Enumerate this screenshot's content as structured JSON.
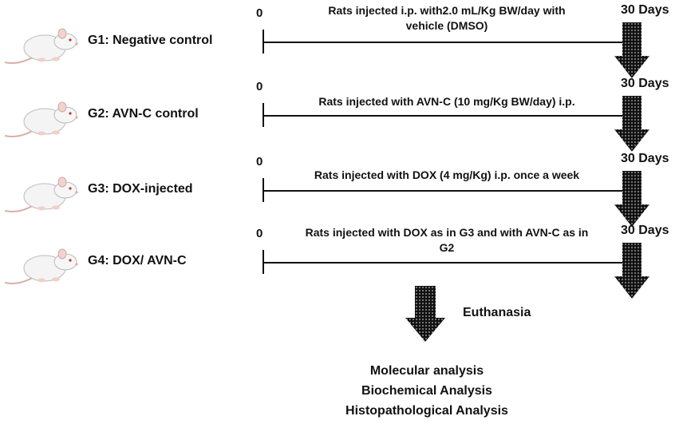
{
  "groups": [
    {
      "label": "G1: Negative control",
      "start": "0",
      "end": "30 Days",
      "description_lines": [
        "Rats injected i.p. with2.0 mL/Kg BW/day with",
        "vehicle (DMSO)"
      ]
    },
    {
      "label": "G2: AVN-C control",
      "start": "0",
      "end": "30 Days",
      "description_lines": [
        "Rats injected with AVN-C (10 mg/Kg BW/day) i.p."
      ]
    },
    {
      "label": "G3: DOX-injected",
      "start": "0",
      "end": "30 Days",
      "description_lines": [
        "Rats injected with DOX (4 mg/Kg) i.p. once a week"
      ]
    },
    {
      "label": "G4: DOX/ AVN-C",
      "start": "0",
      "end": "30 Days",
      "description_lines": [
        "Rats injected with DOX as in G3 and with AVN-C as in",
        "G2"
      ]
    }
  ],
  "euthanasia": "Euthanasia",
  "analyses": [
    "Molecular analysis",
    "Biochemical Analysis",
    "Histopathological Analysis"
  ],
  "icons": {
    "subject": "rat-icon",
    "arrow": "down-arrow-icon"
  }
}
